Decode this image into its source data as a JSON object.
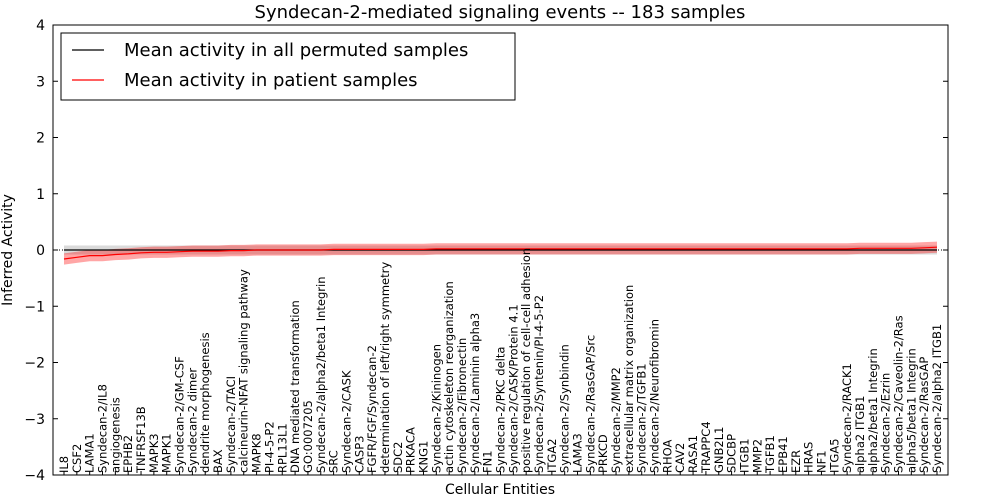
{
  "chart_data": {
    "type": "line",
    "title": "Syndecan-2-mediated signaling events -- 183 samples",
    "xlabel": "Cellular Entities",
    "ylabel": "Inferred Activity",
    "ylim": [
      -4,
      4
    ],
    "yticks": [
      "4",
      "3",
      "2",
      "1",
      "0",
      "−1",
      "−2",
      "−3",
      "−4"
    ],
    "grid": false,
    "legend_position": "top-left",
    "categories": [
      "IL8",
      "CSF2",
      "LAMA1",
      "Syndecan-2/IL8",
      "angiogenesis",
      "EPHB2",
      "TNFRSF13B",
      "MAPK3",
      "MAPK1",
      "Syndecan-2/GM-CSF",
      "Syndecan-2 dimer",
      "dendrite morphogenesis",
      "BAX",
      "Syndecan-2/TACI",
      "calcineurin-NFAT signaling pathway",
      "MAPK8",
      "PI-4-5-P2",
      "RPL13L1",
      "DNA mediated transformation",
      "GO:0007205",
      "Syndecan-2/alpha2/beta1 Integrin",
      "SRC",
      "Syndecan-2/CASK",
      "CASP3",
      "FGFR/FGF/Syndecan-2",
      "determination of left/right symmetry",
      "SDC2",
      "PRKACA",
      "KNG1",
      "Syndecan-2/Kininogen",
      "actin cytoskeleton reorganization",
      "Syndecan-2/Fibronectin",
      "Syndecan-2/Laminin alpha3",
      "FN1",
      "Syndecan-2/PKC delta",
      "Syndecan-2/CASK/Protein 4.1",
      "positive regulation of cell-cell adhesion",
      "Syndecan-2/Syntenin/PI-4-5-P2",
      "ITGA2",
      "Syndecan-2/Synbindin",
      "LAMA3",
      "Syndecan-2/RasGAP/Src",
      "PRKCD",
      "Syndecan-2/MMP2",
      "extracellular matrix organization",
      "Syndecan-2/TGFB1",
      "Syndecan-2/Neurofibromin",
      "RHOA",
      "CAV2",
      "RASA1",
      "TRAPPC4",
      "GNB2L1",
      "SDCBP",
      "ITGB1",
      "MMP2",
      "TGFB1",
      "EPB41",
      "EZR",
      "HRAS",
      "NF1",
      "ITGA5",
      "Syndecan-2/RACK1",
      "alpha2 ITGB1",
      "alpha2/beta1 Integrin",
      "Syndecan-2/Ezrin",
      "Syndecan-2/Caveolin-2/Ras",
      "alpha5/beta1 Integrin",
      "Syndecan-2/RasGAP",
      "Syndecan-2/alpha2 ITGB1"
    ],
    "series": [
      {
        "name": "Mean activity in all permuted samples",
        "color": "#000000",
        "values": [
          0.0,
          0.0,
          0.0,
          0.0,
          0.0,
          0.0,
          0.0,
          0.0,
          0.0,
          0.0,
          0.0,
          0.0,
          0.0,
          0.0,
          0.0,
          0.0,
          0.0,
          0.0,
          0.0,
          0.0,
          0.0,
          0.0,
          0.0,
          0.0,
          0.0,
          0.0,
          0.0,
          0.0,
          0.0,
          0.0,
          0.0,
          0.0,
          0.0,
          0.0,
          0.0,
          0.0,
          0.0,
          0.0,
          0.0,
          0.0,
          0.0,
          0.0,
          0.0,
          0.0,
          0.0,
          0.0,
          0.0,
          0.0,
          0.0,
          0.0,
          0.0,
          0.0,
          0.0,
          0.0,
          0.0,
          0.0,
          0.0,
          0.0,
          0.0,
          0.0,
          0.0,
          0.0,
          0.0,
          0.0,
          0.0,
          0.0,
          0.0,
          0.0,
          0.0
        ],
        "band": 0.08
      },
      {
        "name": "Mean activity in patient samples",
        "color": "#ff0000",
        "values": [
          -0.16,
          -0.13,
          -0.1,
          -0.1,
          -0.08,
          -0.07,
          -0.05,
          -0.04,
          -0.04,
          -0.03,
          -0.02,
          -0.02,
          -0.02,
          -0.01,
          -0.01,
          0.0,
          0.0,
          0.0,
          0.0,
          0.0,
          0.0,
          0.01,
          0.01,
          0.01,
          0.01,
          0.01,
          0.01,
          0.01,
          0.01,
          0.02,
          0.02,
          0.02,
          0.02,
          0.02,
          0.02,
          0.02,
          0.02,
          0.02,
          0.02,
          0.02,
          0.02,
          0.02,
          0.02,
          0.02,
          0.02,
          0.02,
          0.02,
          0.02,
          0.02,
          0.02,
          0.02,
          0.02,
          0.02,
          0.02,
          0.02,
          0.02,
          0.02,
          0.02,
          0.02,
          0.02,
          0.02,
          0.02,
          0.03,
          0.03,
          0.03,
          0.03,
          0.03,
          0.04,
          0.05
        ],
        "band": 0.1
      }
    ]
  }
}
